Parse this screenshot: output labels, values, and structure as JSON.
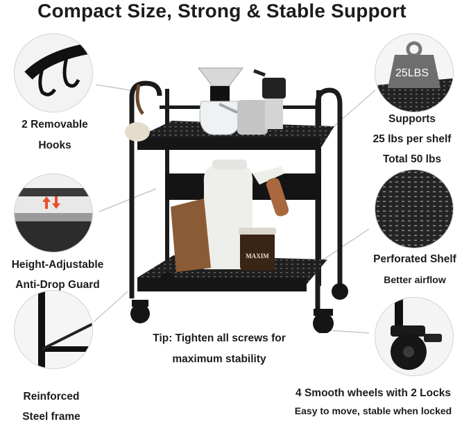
{
  "title": "Compact Size, Strong & Stable Support",
  "features": {
    "hooks": {
      "line1": "2 Removable",
      "line2": "Hooks"
    },
    "guard": {
      "line1": "Height-Adjustable",
      "line2": "Anti-Drop Guard"
    },
    "frame": {
      "line1": "Reinforced",
      "line2": "Steel frame"
    },
    "supports": {
      "weight_label": "25LBS",
      "line1": "Supports",
      "line2": "25 lbs per shelf",
      "line3": "Total 50 lbs"
    },
    "shelf": {
      "line1": "Perforated Shelf",
      "line2": "Better airflow"
    },
    "wheels": {
      "line1": "4 Smooth wheels with 2 Locks",
      "line2": "Easy to move, stable when locked"
    }
  },
  "tip": {
    "line1": "Tip: Tighten all screws for",
    "line2": "maximum stability"
  },
  "product": {
    "jar_brand": "MAXIM"
  },
  "colors": {
    "frame": "#1b1b1b",
    "accent_arrow": "#e8502a",
    "text": "#1c1c1c"
  }
}
